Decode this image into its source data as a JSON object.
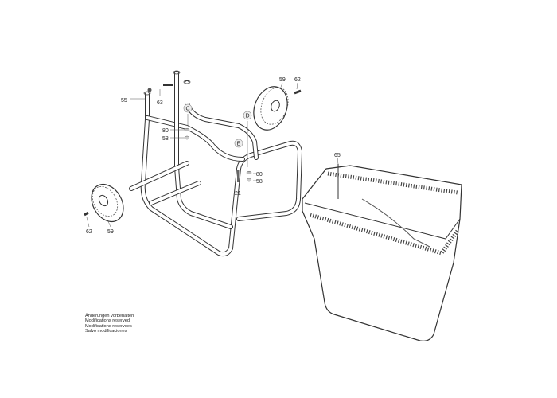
{
  "diagram": {
    "part_labels": {
      "frame": "55",
      "screw_top": "63",
      "wheel_right": "59",
      "screw_right": "62",
      "marker_c": "C",
      "marker_d": "D",
      "marker_e": "E",
      "washer_left": "80",
      "nut_left": "58",
      "washer_right": "80",
      "nut_right": "58",
      "pin": "21",
      "basket": "65",
      "screw_left": "62",
      "wheel_left": "59"
    },
    "notes": [
      "Änderungen vorbehalten",
      "Modifications reserved",
      "Modifications reservees",
      "Salvo modificaciones"
    ]
  }
}
